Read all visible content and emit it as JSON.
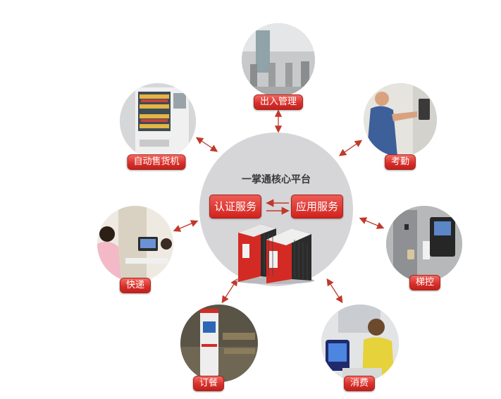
{
  "hub": {
    "title": "一掌通核心平台",
    "services": {
      "auth": "认证服务",
      "app": "应用服务"
    },
    "fill_color": "#d6d6d8"
  },
  "nodes": {
    "access": {
      "label": "出入管理",
      "icon": "turnstile-gate-photo"
    },
    "attendance": {
      "label": "考勤",
      "icon": "face-recognition-terminal-photo"
    },
    "elevator": {
      "label": "梯控",
      "icon": "elevator-control-panel-photo"
    },
    "consume": {
      "label": "消费",
      "icon": "payment-terminal-photo"
    },
    "order": {
      "label": "订餐",
      "icon": "meal-order-kiosk-photo"
    },
    "express": {
      "label": "快递",
      "icon": "parcel-counter-photo"
    },
    "vending": {
      "label": "自动售货机",
      "icon": "vending-machine-photo"
    }
  },
  "colors": {
    "label_red": "#d8312c",
    "arrow_red": "#c0392b",
    "server_red": "#d42a24",
    "server_dark": "#2b2b2b"
  }
}
